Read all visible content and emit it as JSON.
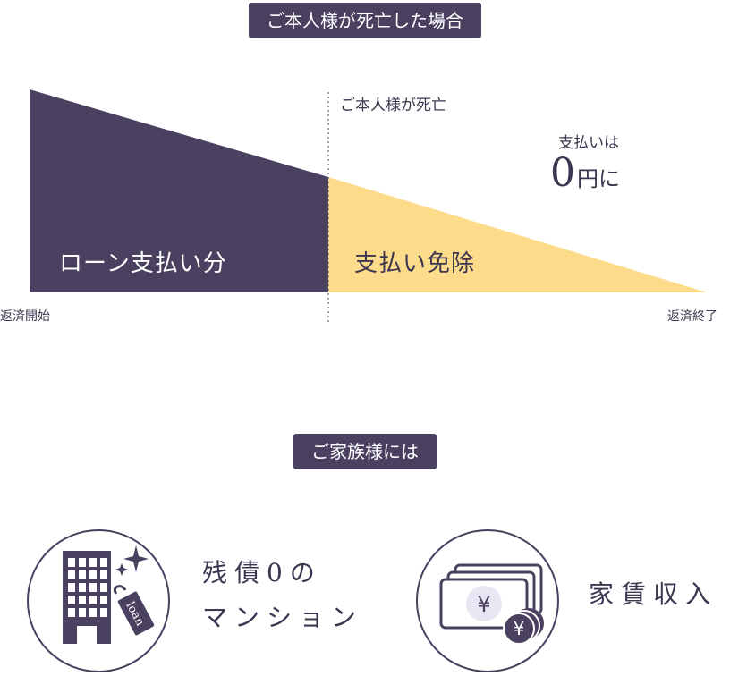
{
  "header": {
    "label": "ご本人様が死亡した場合"
  },
  "diagram": {
    "death_label": "ご本人様が死亡",
    "payment_note": "支払いは",
    "payment_zero_number": "0",
    "payment_zero_unit": "円に",
    "loan_paid_label": "ローン支払い分",
    "exempt_label": "支払い免除",
    "start_label": "返済開始",
    "end_label": "返済終了",
    "colors": {
      "paid": "#4a4060",
      "exempt": "#fcdc8a"
    }
  },
  "family": {
    "label": "ご家族様には",
    "benefits": [
      {
        "icon": "building-loan-icon",
        "line1": "残債0の",
        "line2": "マンション"
      },
      {
        "icon": "yen-money-icon",
        "line1": "家賃収入"
      }
    ]
  }
}
